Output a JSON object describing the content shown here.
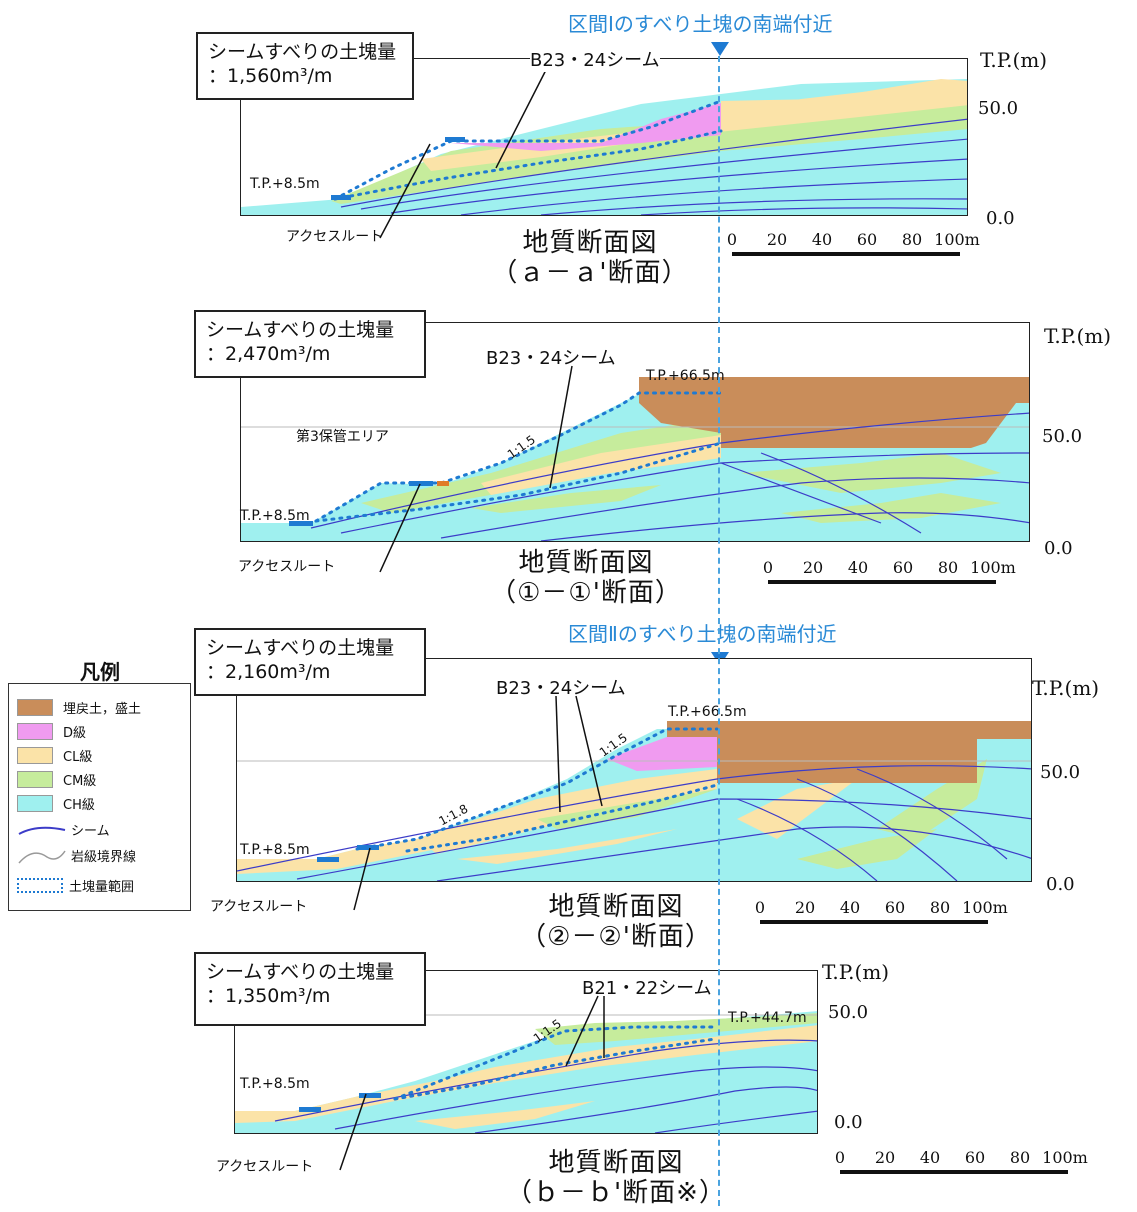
{
  "notes": {
    "section1_note": "区間Ⅰのすべり土塊の南端付近",
    "section2_note": "区間Ⅱのすべり土塊の南端付近"
  },
  "legend": {
    "title": "凡例",
    "items": [
      {
        "label": "埋戻土，盛土",
        "color": "#c98d5a"
      },
      {
        "label": "D級",
        "color": "#f09bf0"
      },
      {
        "label": "CL級",
        "color": "#fbe3a8"
      },
      {
        "label": "CM級",
        "color": "#c6ec9c"
      },
      {
        "label": "CH級",
        "color": "#9ff0ef"
      }
    ],
    "seam_label": "シーム",
    "boundary_label": "岩級境界線",
    "range_label": "土塊量範囲"
  },
  "common": {
    "access_route": "アクセスルート",
    "tp_unit": "T.P.(m)",
    "scale_ticks": [
      "0",
      "20",
      "40",
      "60",
      "80",
      "100m"
    ],
    "tp85": "T.P.+8.5m",
    "title_main": "地質断面図"
  },
  "sections": [
    {
      "id": "a",
      "volume_label": "シームすべりの土塊量",
      "volume": "：1,560m³/m",
      "seam": "B23・24シーム",
      "sub": "（ａ－ａ'断面）",
      "top_val": "50.0",
      "bottom_val": "0.0"
    },
    {
      "id": "1",
      "volume_label": "シームすべりの土塊量",
      "volume": "：2,470m³/m",
      "seam": "B23・24シーム",
      "sub": "（①－①'断面）",
      "top_val": "50.0",
      "bottom_val": "0.0",
      "crest": "T.P.+66.5m",
      "slope": "1:1.5",
      "area": "第3保管エリア"
    },
    {
      "id": "2",
      "volume_label": "シームすべりの土塊量",
      "volume": "：2,160m³/m",
      "seam": "B23・24シーム",
      "sub": "（②－②'断面）",
      "top_val": "50.0",
      "bottom_val": "0.0",
      "crest": "T.P.+66.5m",
      "slope1": "1:1.5",
      "slope2": "1:1.8"
    },
    {
      "id": "b",
      "volume_label": "シームすべりの土塊量",
      "volume": "：1,350m³/m",
      "seam": "B21・22シーム",
      "sub": "（ｂ－ｂ'断面※）",
      "top_val": "50.0",
      "bottom_val": "0.0",
      "crest": "T.P.+44.7m",
      "slope": "1:1.5"
    }
  ]
}
